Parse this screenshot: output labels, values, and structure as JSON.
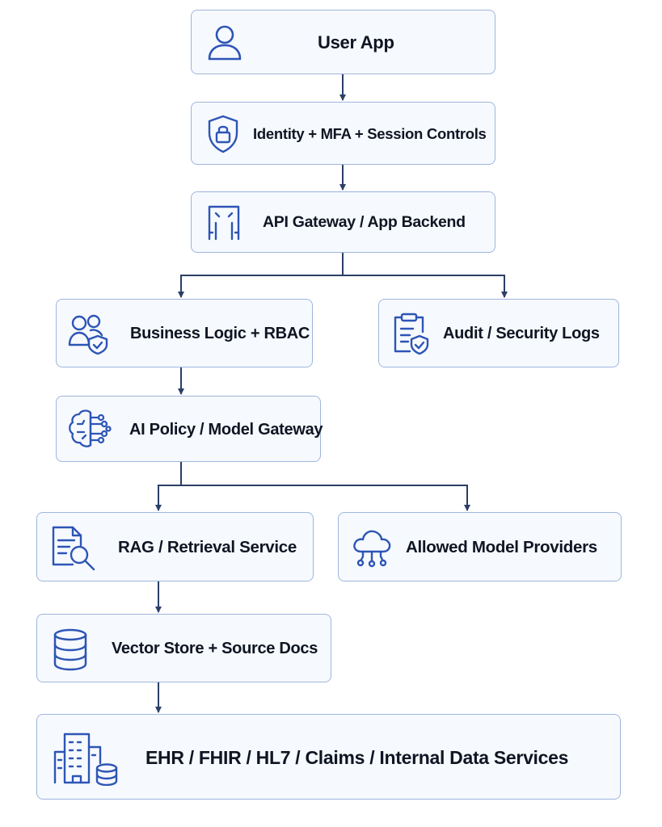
{
  "colors": {
    "node_fill": "#f6f9fe",
    "node_border": "#9fb6dd",
    "icon_blue": "#2d55b5",
    "connector": "#2b3e66",
    "text": "#0f1522"
  },
  "nodes": {
    "user_app": {
      "label": "User App",
      "icon": "user-icon"
    },
    "identity": {
      "label": "Identity + MFA + Session Controls",
      "icon": "shield-lock-icon"
    },
    "api_gateway": {
      "label": "API Gateway / App Backend",
      "icon": "gateway-icon"
    },
    "business_logic": {
      "label": "Business Logic + RBAC",
      "icon": "users-shield-icon"
    },
    "audit_logs": {
      "label": "Audit / Security Logs",
      "icon": "clipboard-shield-icon"
    },
    "ai_policy": {
      "label": "AI Policy / Model Gateway",
      "icon": "brain-circuit-icon"
    },
    "rag": {
      "label": "RAG / Retrieval Service",
      "icon": "document-search-icon"
    },
    "model_providers": {
      "label": "Allowed Model Providers",
      "icon": "cloud-network-icon"
    },
    "vector_store": {
      "label": "Vector Store + Source Docs",
      "icon": "database-icon"
    },
    "data_services": {
      "label": "EHR / FHIR / HL7 / Claims / Internal Data Services",
      "icon": "buildings-database-icon"
    }
  },
  "edges": [
    {
      "from": "user_app",
      "to": "identity"
    },
    {
      "from": "identity",
      "to": "api_gateway"
    },
    {
      "from": "api_gateway",
      "to": "business_logic"
    },
    {
      "from": "api_gateway",
      "to": "audit_logs"
    },
    {
      "from": "business_logic",
      "to": "ai_policy"
    },
    {
      "from": "ai_policy",
      "to": "rag"
    },
    {
      "from": "ai_policy",
      "to": "model_providers"
    },
    {
      "from": "rag",
      "to": "vector_store"
    },
    {
      "from": "vector_store",
      "to": "data_services"
    }
  ]
}
